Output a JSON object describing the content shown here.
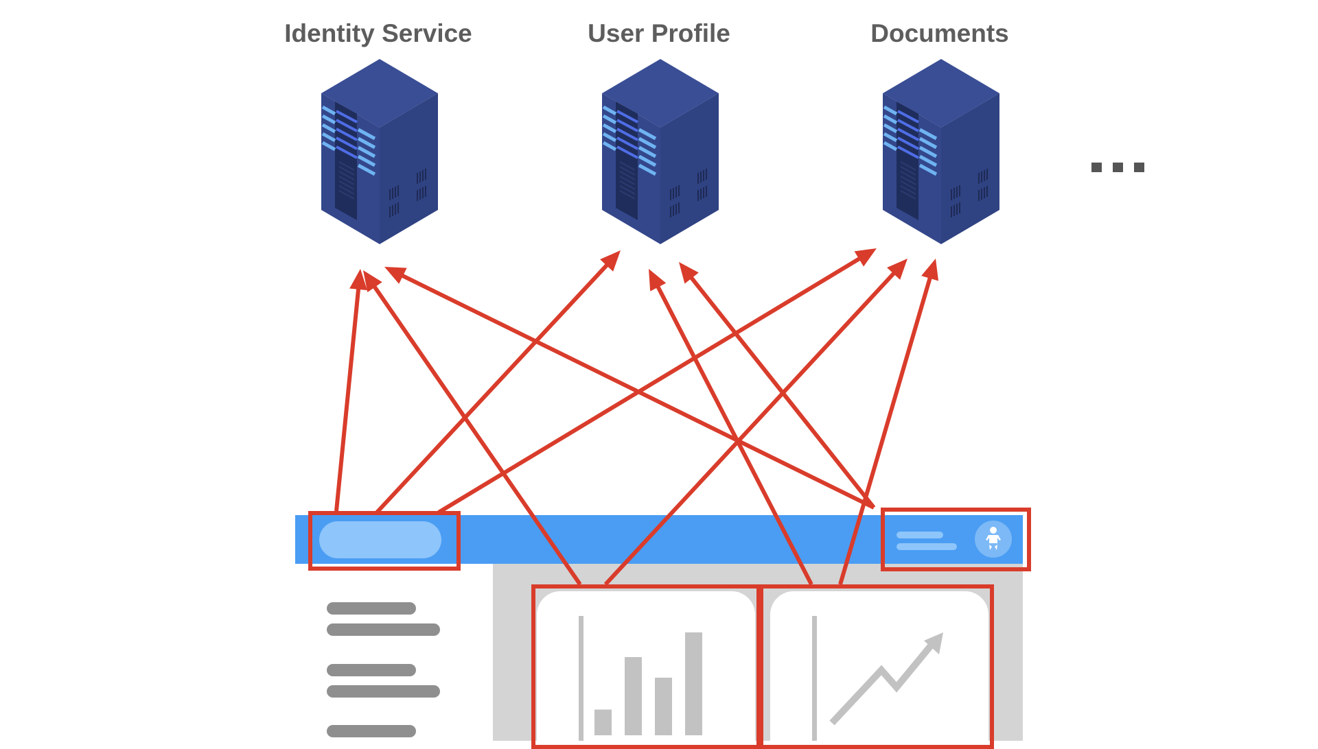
{
  "diagram": {
    "services": [
      {
        "name": "Identity Service",
        "icon": "server-icon"
      },
      {
        "name": "User Profile",
        "icon": "server-icon"
      },
      {
        "name": "Documents",
        "icon": "server-icon"
      }
    ],
    "more_services_indicator": "ellipsis-icon",
    "ui_mockup": {
      "top_bar": {
        "search_box": "search-pill",
        "user_menu": {
          "lines": 2,
          "avatar_icon": "baby-icon"
        }
      },
      "sidebar": {
        "lines": 5
      },
      "cards": [
        {
          "type": "bar-chart-icon",
          "bars_relative": [
            0.25,
            0.76,
            0.56,
            1.0
          ]
        },
        {
          "type": "line-chart-icon",
          "trend": "zigzag-up-arrow"
        }
      ]
    },
    "connections": [
      {
        "from": "search_box",
        "to": "Identity Service"
      },
      {
        "from": "search_box",
        "to": "User Profile"
      },
      {
        "from": "search_box",
        "to": "Documents"
      },
      {
        "from": "bar_chart_card",
        "to": "Identity Service"
      },
      {
        "from": "bar_chart_card",
        "to": "Documents"
      },
      {
        "from": "line_chart_card",
        "to": "User Profile"
      },
      {
        "from": "line_chart_card",
        "to": "Documents"
      },
      {
        "from": "user_menu",
        "to": "Identity Service"
      },
      {
        "from": "user_menu",
        "to": "User Profile"
      }
    ],
    "colors": {
      "arrow": "#d93c2b",
      "top_bar": "#4a9df3",
      "pill": "#8ec5fa",
      "server_body": "#33468a",
      "label": "#5d5d5d"
    }
  }
}
